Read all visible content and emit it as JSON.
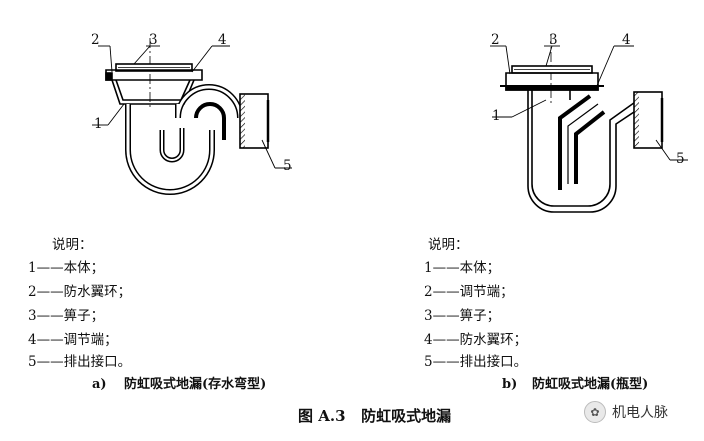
{
  "diagram_a": {
    "callouts": [
      "1",
      "2",
      "3",
      "4",
      "5"
    ],
    "legend_title": "说明：",
    "legend": [
      "1——本体；",
      "2——防水翼环；",
      "3——箅子；",
      "4——调节端；",
      "5——排出接口。"
    ],
    "caption_letter": "a)",
    "caption": "防虹吸式地漏(存水弯型)"
  },
  "diagram_b": {
    "callouts": [
      "1",
      "2",
      "3",
      "4",
      "5"
    ],
    "legend_title": "说明：",
    "legend": [
      "1——本体；",
      "2——调节端；",
      "3——箅子；",
      "4——防水翼环；",
      "5——排出接口。"
    ],
    "caption_letter": "b)",
    "caption": "防虹吸式地漏(瓶型)"
  },
  "figure_title": "图 A.3   防虹吸式地漏",
  "watermark": {
    "icon": "wechat-icon",
    "text": "机电人脉"
  }
}
